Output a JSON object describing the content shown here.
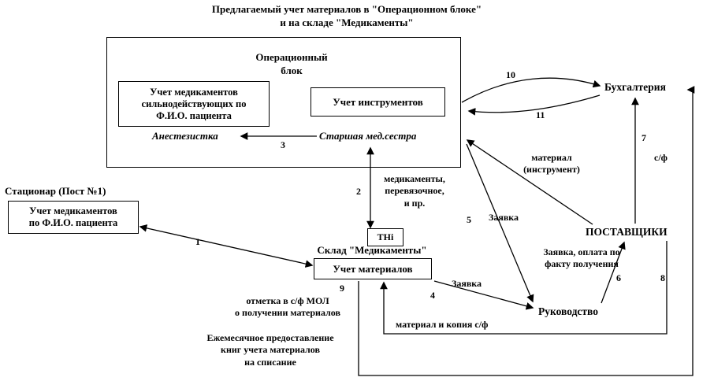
{
  "title": "Предлагаемый учет материалов в \"Операционном блоке\"\nи на складе \"Медикаменты\"",
  "op_block": {
    "title": "Операционный\nблок",
    "med_box": "Учет медикаментов\nсильнодействующих по\nФ.И.О. пациента",
    "instruments_box": "Учет инструментов",
    "anesthetist": "Анестезистка",
    "senior_nurse": "Старшая мед.сестра"
  },
  "nodes": {
    "accounting": "Бухгалтерия",
    "hospital_post": "Стационар (Пост №1)",
    "hospital_box": "Учет медикаментов\nпо Ф.И.О. пациента",
    "warehouse": "Склад \"Медикаменты\"",
    "warehouse_box": "Учет материалов",
    "tn": "ТНi",
    "suppliers": "ПОСТАВЩИКИ",
    "management": "Руководство"
  },
  "arrow_numbers": {
    "n1": "1",
    "n2": "2",
    "n3": "3",
    "n4": "4",
    "n5": "5",
    "n6": "6",
    "n7": "7",
    "n8": "8",
    "n9": "9",
    "n10": "10",
    "n11": "11"
  },
  "annotations": {
    "meds_supplies": "медикаменты,\nперевязочное,\nи пр.",
    "request_5": "Заявка",
    "request_4": "Заявка",
    "material_instrument": "материал\n(инструмент)",
    "invoice": "с/ф",
    "request_payment": "Заявка, оплата по\nфакту получения",
    "mol_note": "отметка в с/ф  МОЛ\nо получении материалов",
    "monthly_books": "Ежемесячное предоставление\nкниг учета материалов\nна списание",
    "material_copy_invoice": "материал и копия с/ф"
  }
}
